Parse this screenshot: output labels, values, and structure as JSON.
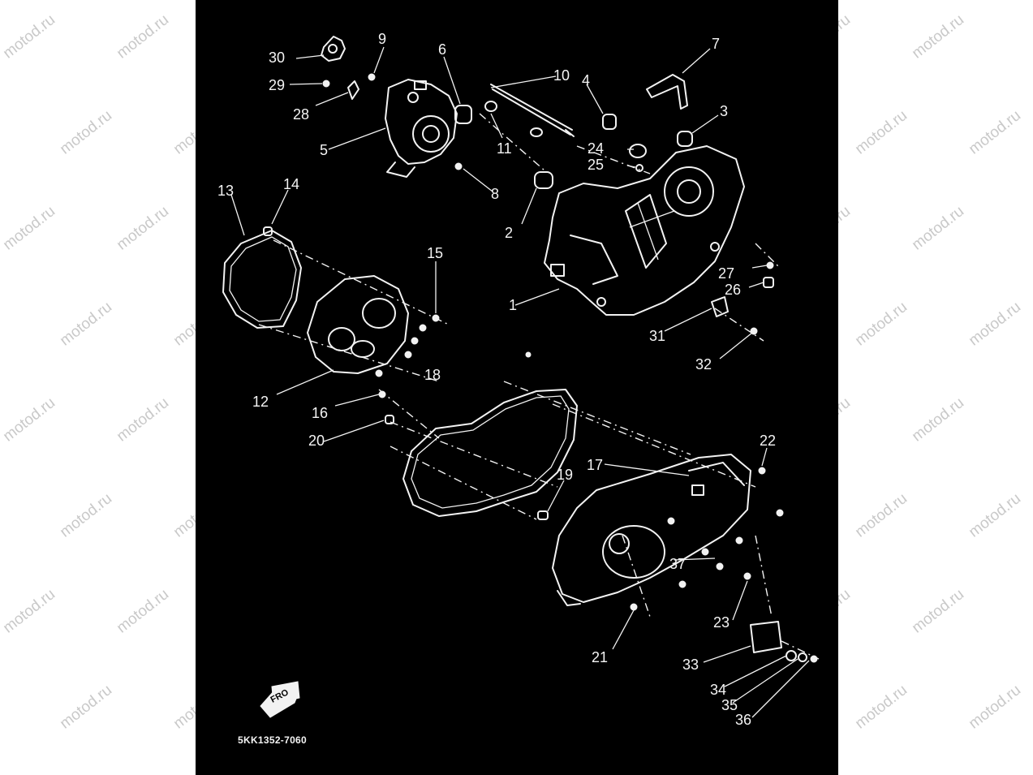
{
  "watermark": "motod.ru",
  "diagram_code": "5KK1352-7060",
  "front_arrow_label": "FRO",
  "colors": {
    "page_background": "#ffffff",
    "panel_background": "#000000",
    "line_color": "#f2f2f2",
    "watermark_color": "#c9c9c9"
  },
  "part_labels": {
    "p1": "1",
    "p2": "2",
    "p3": "3",
    "p4": "4",
    "p5": "5",
    "p6": "6",
    "p7": "7",
    "p8": "8",
    "p9": "9",
    "p10": "10",
    "p11": "11",
    "p12": "12",
    "p13": "13",
    "p14": "14",
    "p15": "15",
    "p16": "16",
    "p17": "17",
    "p18": "18",
    "p19": "19",
    "p20": "20",
    "p21": "21",
    "p22": "22",
    "p23": "23",
    "p24": "24",
    "p25": "25",
    "p26": "26",
    "p27": "27",
    "p28": "28",
    "p29": "29",
    "p30": "30",
    "p31": "31",
    "p32": "32",
    "p33": "33",
    "p34": "34",
    "p35": "35",
    "p36": "36",
    "p37": "37"
  }
}
